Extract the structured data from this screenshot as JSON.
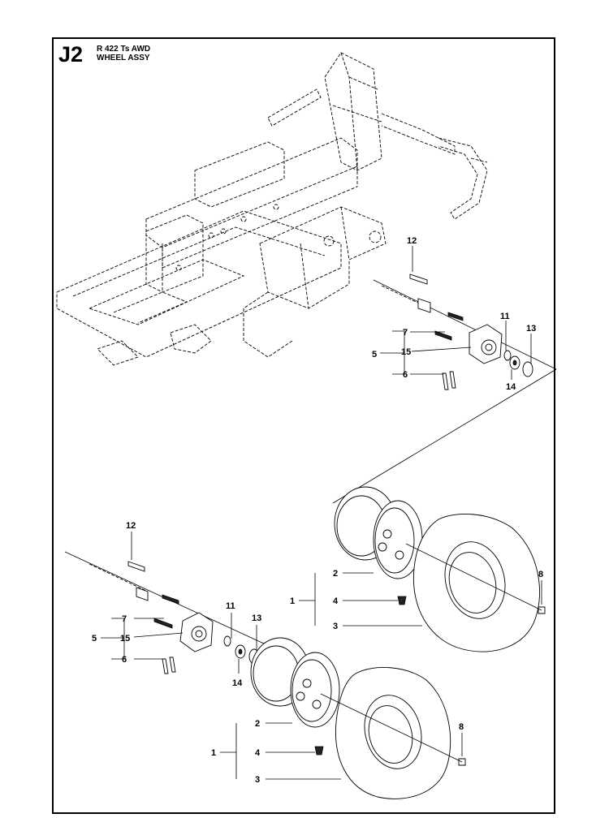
{
  "header": {
    "section_code": "J2",
    "title_line1": "R 422 Ts AWD",
    "title_line2": "WHEEL ASSY"
  },
  "callouts": {
    "upper": {
      "n12": "12",
      "n11": "11",
      "n13": "13",
      "n7": "7",
      "n15": "15",
      "n5": "5",
      "n6": "6",
      "n14": "14"
    },
    "lower": {
      "n12": "12",
      "n11": "11",
      "n13": "13",
      "n7": "7",
      "n15": "15",
      "n5": "5",
      "n6": "6",
      "n14": "14"
    },
    "wheel_right": {
      "n2": "2",
      "n1": "1",
      "n4": "4",
      "n3": "3",
      "n8": "8"
    },
    "wheel_left": {
      "n2": "2",
      "n1": "1",
      "n4": "4",
      "n3": "3",
      "n8": "8"
    }
  }
}
